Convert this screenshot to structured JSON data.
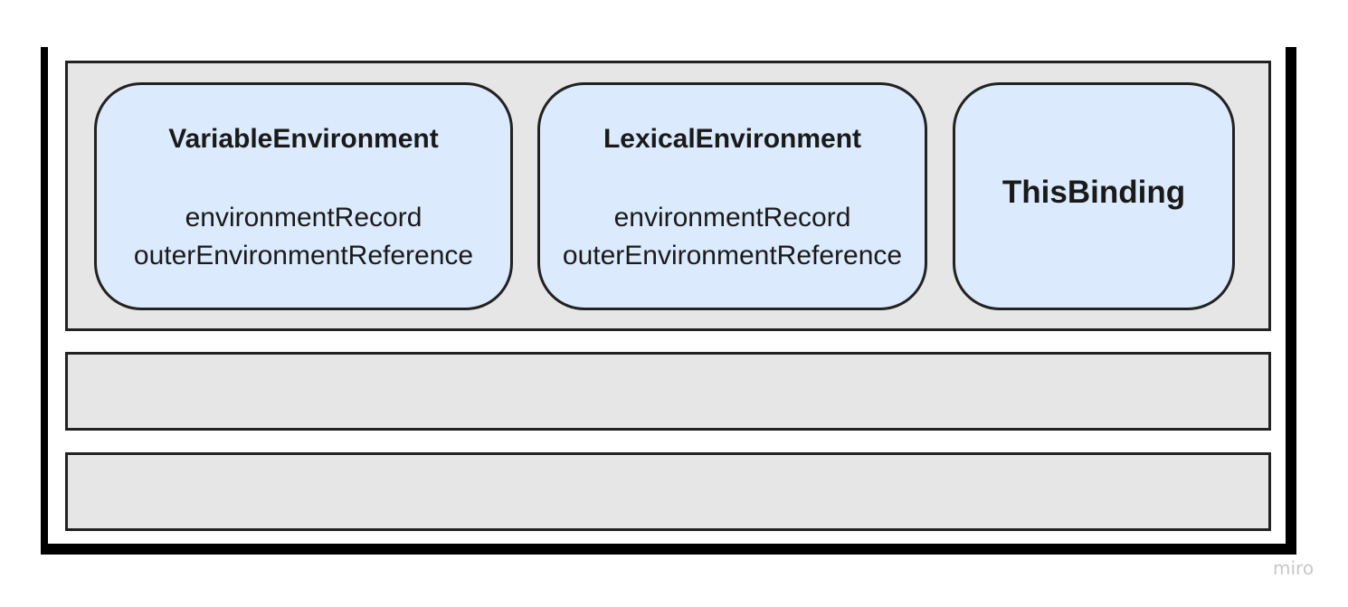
{
  "components": {
    "variable": {
      "title": "VariableEnvironment",
      "fields": [
        "environmentRecord",
        "outerEnvironmentReference"
      ]
    },
    "lexical": {
      "title": "LexicalEnvironment",
      "fields": [
        "environmentRecord",
        "outerEnvironmentReference"
      ]
    },
    "this": {
      "title": "ThisBinding"
    }
  },
  "watermark": "miro",
  "colors": {
    "context_fill": "#e6e6e6",
    "component_fill": "#dbeafc",
    "border": "#222222"
  }
}
